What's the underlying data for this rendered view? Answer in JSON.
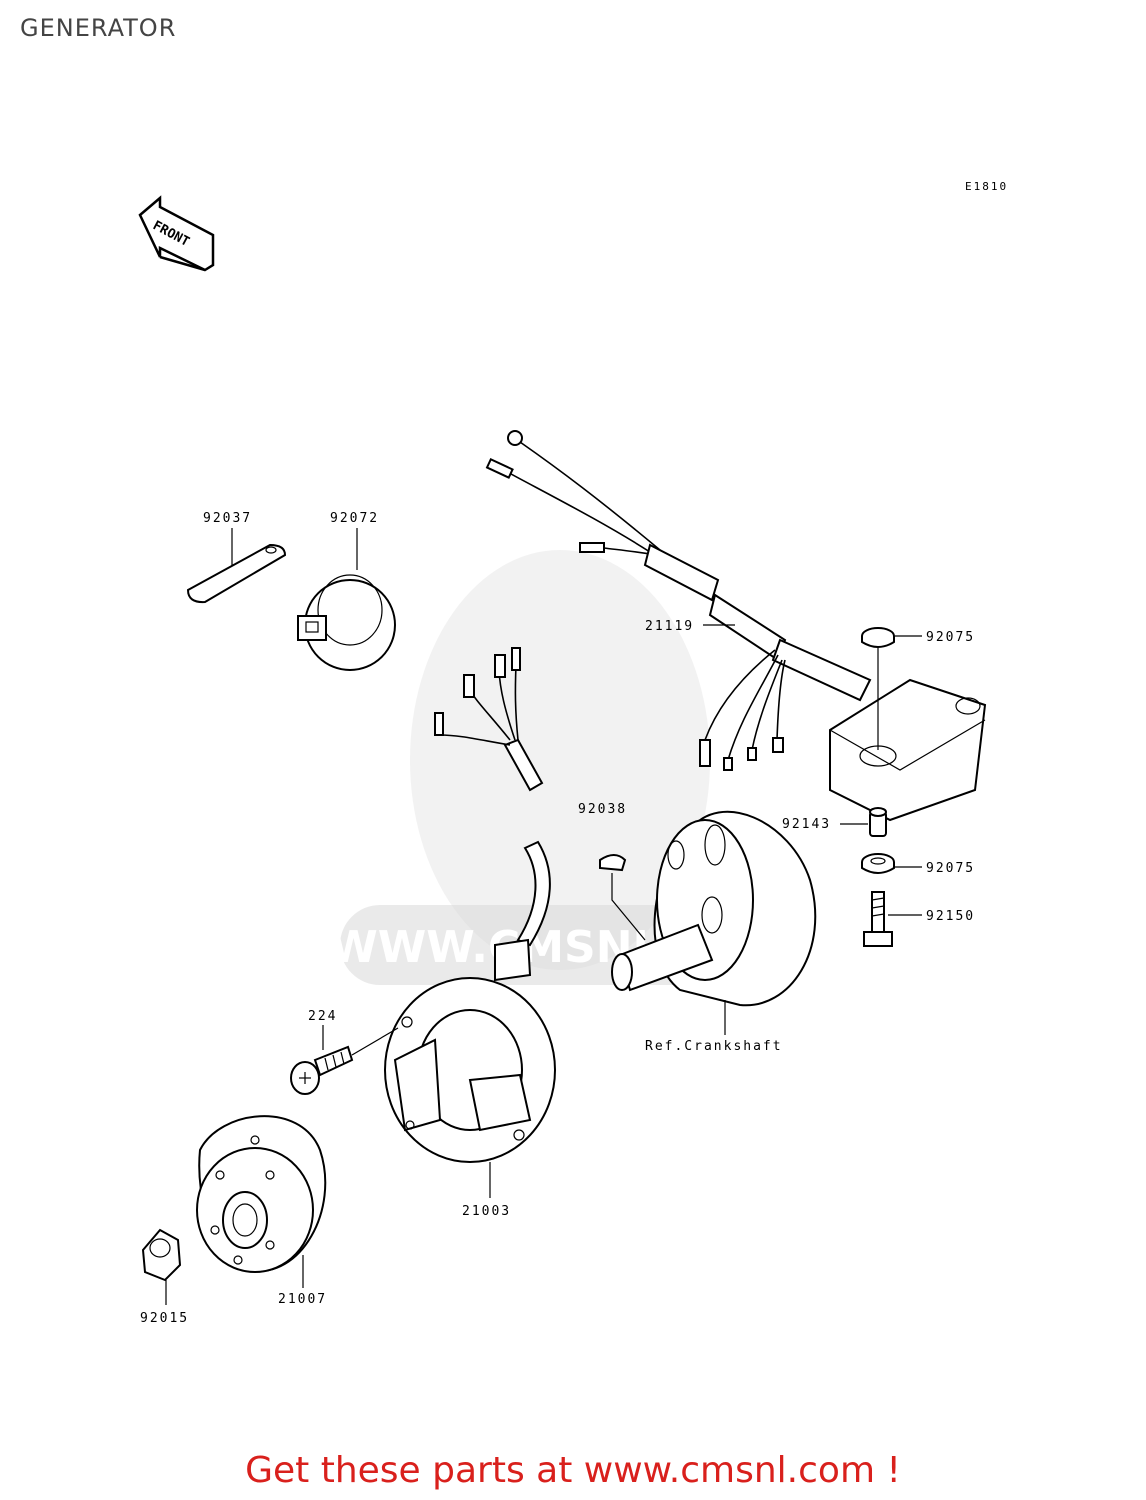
{
  "title": "GENERATOR",
  "code": "E1810",
  "front_label": "FRONT",
  "parts": {
    "p92037": "92037",
    "p92072": "92072",
    "p21119": "21119",
    "p92075a": "92075",
    "p92143": "92143",
    "p92075b": "92075",
    "p92150": "92150",
    "p92038": "92038",
    "p224": "224",
    "p21003": "21003",
    "p21007": "21007",
    "p92015": "92015",
    "ref": "Ref.Crankshaft"
  },
  "watermark": "WWW.CMSNL.COM",
  "footer": "Get these parts at www.cmsnl.com !",
  "colors": {
    "footer": "#d9201c",
    "watermark": "#d9d9d9",
    "line": "#000000"
  }
}
